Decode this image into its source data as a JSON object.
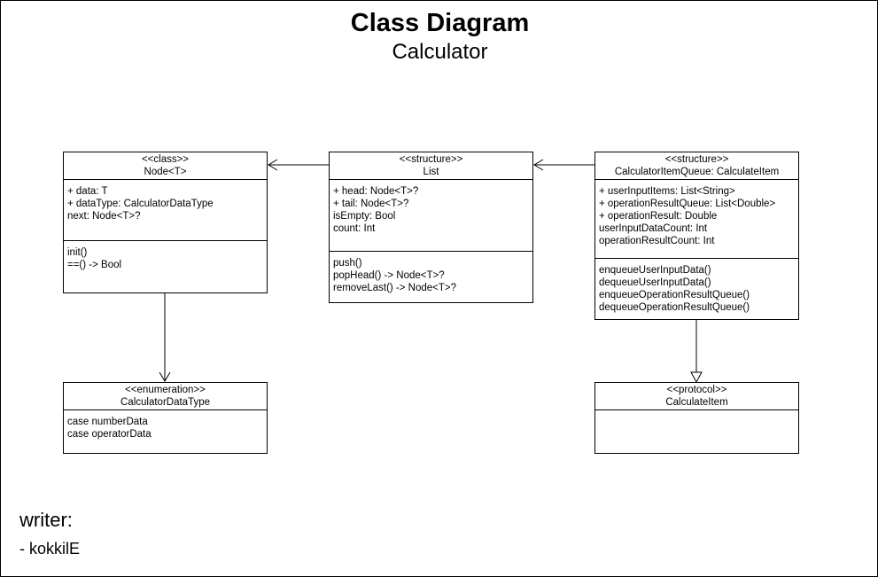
{
  "title": "Class Diagram",
  "subtitle": "Calculator",
  "classes": {
    "node": {
      "stereotype": "<<class>>",
      "name": "Node<T>",
      "attributes": [
        "+ data: T",
        "+ dataType: CalculatorDataType",
        "next: Node<T>?"
      ],
      "methods": [
        "init()",
        "==() -> Bool"
      ]
    },
    "list": {
      "stereotype": "<<structure>>",
      "name": "List",
      "attributes": [
        "+ head: Node<T>?",
        "+ tail: Node<T>?",
        "isEmpty: Bool",
        "count: Int"
      ],
      "methods": [
        "push()",
        "popHead() -> Node<T>?",
        "removeLast() -> Node<T>?"
      ]
    },
    "queue": {
      "stereotype": "<<structure>>",
      "name": "CalculatorItemQueue: CalculateItem",
      "attributes": [
        "+ userInputItems: List<String>",
        "+ operationResultQueue: List<Double>",
        "+ operationResult: Double",
        "userInputDataCount: Int",
        "operationResultCount: Int"
      ],
      "methods": [
        "enqueueUserInputData()",
        "dequeueUserInputData()",
        "enqueueOperationResultQueue()",
        "dequeueOperationResultQueue()"
      ]
    },
    "datatype": {
      "stereotype": "<<enumeration>>",
      "name": "CalculatorDataType",
      "attributes": [
        "case numberData",
        "case operatorData"
      ]
    },
    "protocol": {
      "stereotype": "<<protocol>>",
      "name": "CalculateItem",
      "attributes": []
    }
  },
  "writer": {
    "label": "writer:",
    "name": "- kokkilE"
  }
}
